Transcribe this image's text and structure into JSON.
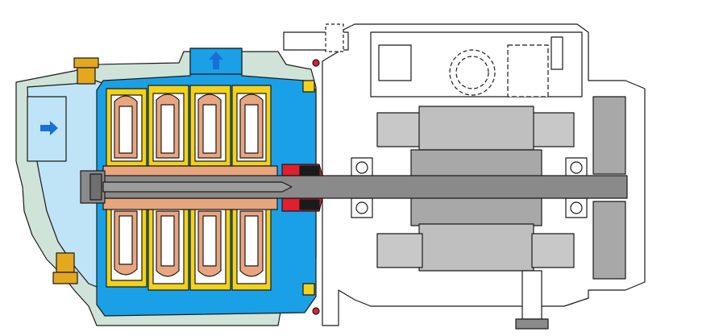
{
  "figure": {
    "subject": "multistage-centrifugal-pump-cutaway",
    "stages": 4,
    "labels": [],
    "flow_arrows": [
      {
        "id": "inlet",
        "direction": "right"
      },
      {
        "id": "outlet",
        "direction": "up"
      }
    ]
  },
  "colors": {
    "outline": "#1a1a1a",
    "pump_casing": "#cfe3d8",
    "water_body": "#1aa0e6",
    "water_light": "#bfe4f7",
    "impeller_yellow": "#f2d21a",
    "impeller_peach": "#e9a57e",
    "brass": "#e3a820",
    "seal_red": "#e0202e",
    "shaft_gray": "#8a8a8a",
    "rotor_gray": "#bfbfbf",
    "stator_gray": "#a8a8a8",
    "motor_white": "#ffffff",
    "arrow_blue": "#1a6fd6"
  }
}
